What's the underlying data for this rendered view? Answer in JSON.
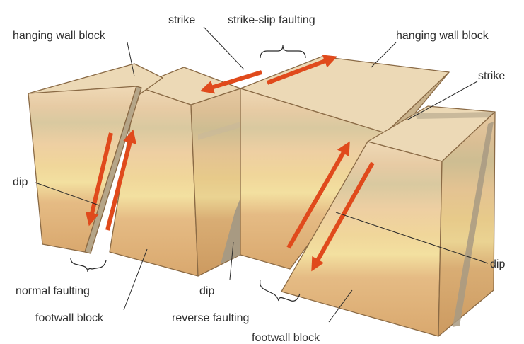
{
  "labels": {
    "hanging_wall_left": "hanging wall block",
    "strike_top": "strike",
    "strike_slip": "strike-slip faulting",
    "hanging_wall_right": "hanging wall block",
    "strike_right": "strike",
    "dip_left": "dip",
    "dip_right": "dip",
    "normal_faulting": "normal faulting",
    "footwall_left": "footwall block",
    "dip_center": "dip",
    "reverse_faulting": "reverse faulting",
    "footwall_right": "footwall block"
  },
  "colors": {
    "top_face": "#ecd9b6",
    "arrow": "#e04a1c",
    "fault_face": "#a89a82",
    "edge": "#8a6a45",
    "text": "#2e2e2e"
  }
}
